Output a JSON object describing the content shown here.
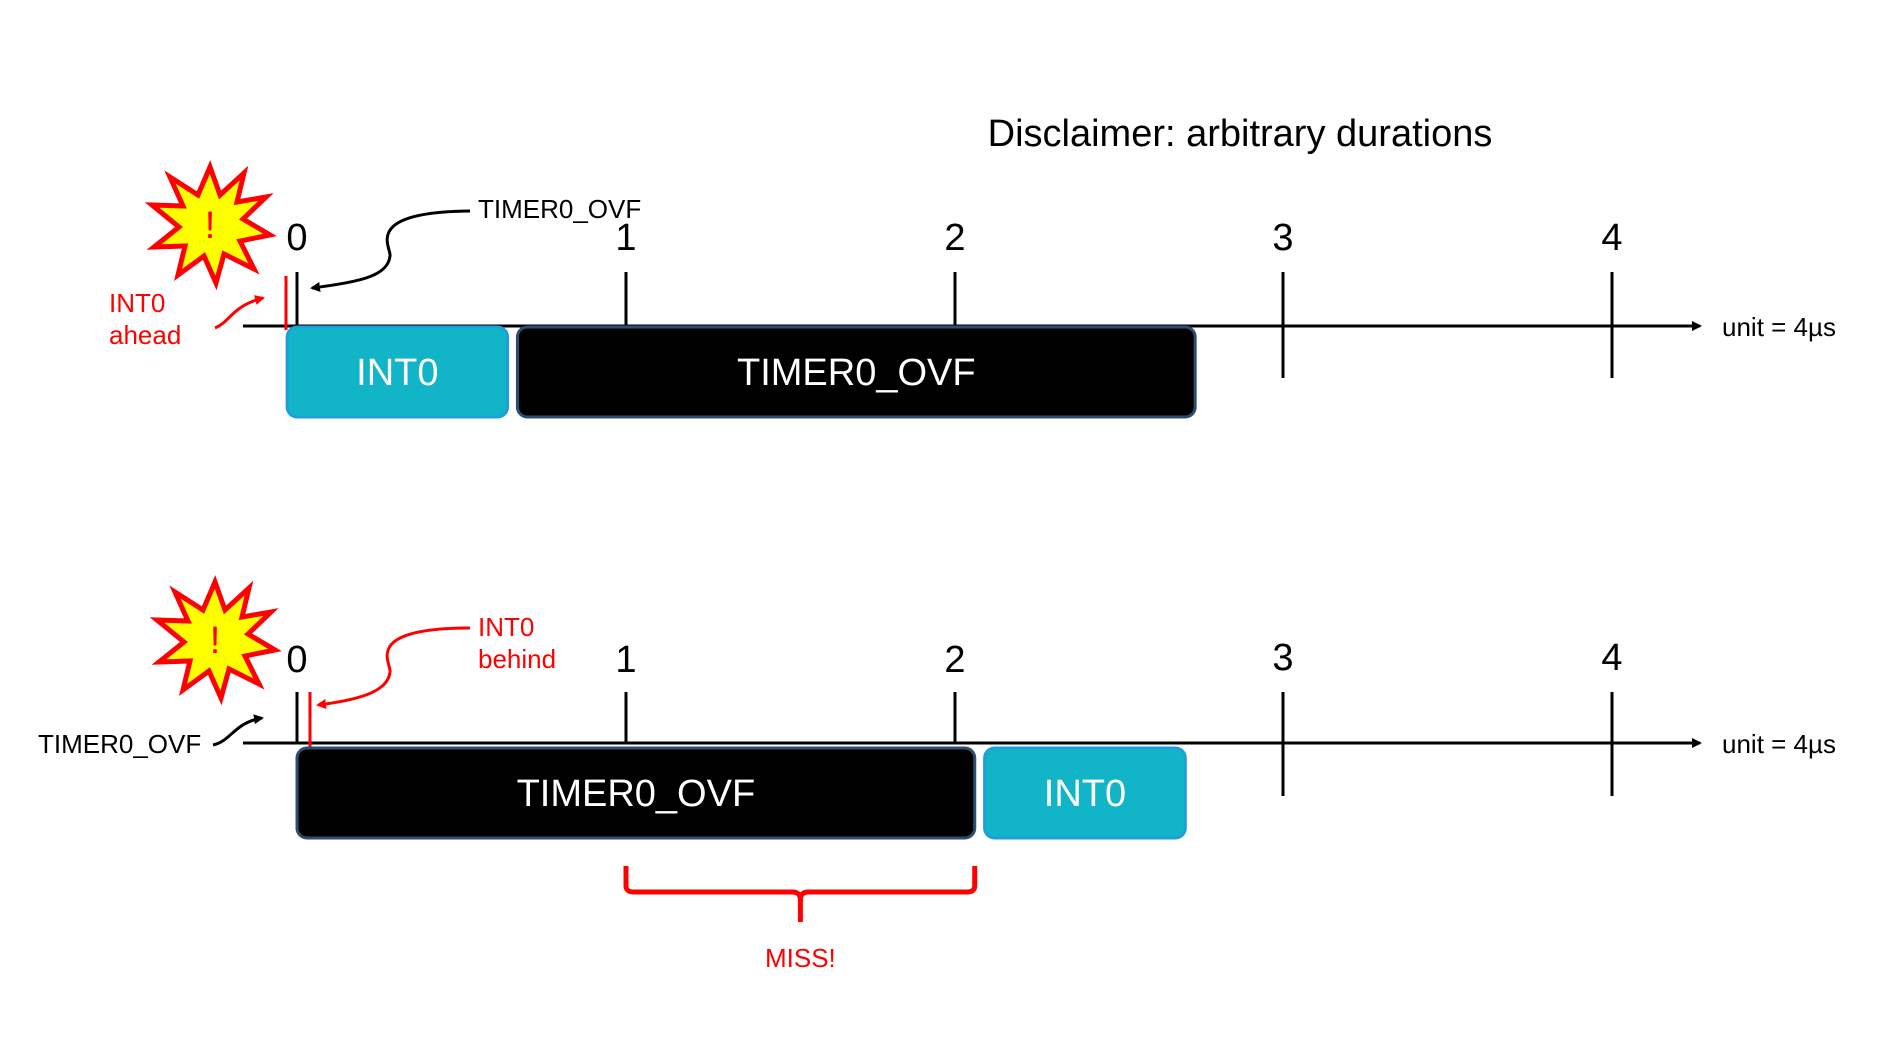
{
  "disclaimer": "Disclaimer: arbitrary durations",
  "colors": {
    "int0_fill": "#12b5c8",
    "int0_stroke": "#1e9fd8",
    "timer_fill": "#000000",
    "timer_stroke": "#2f4d6e",
    "alert_red": "#ff0000",
    "burst_fill": "#ffff00",
    "burst_stroke": "#ff0000"
  },
  "timelines": [
    {
      "id": "ahead",
      "ticks": [
        "0",
        "1",
        "2",
        "3",
        "4"
      ],
      "unit_label": "unit = 4µs",
      "burst_icon": "explosion-icon",
      "burst_mark": "!",
      "callouts": {
        "black": "TIMER0_OVF",
        "red_line1": "INT0",
        "red_line2": "ahead"
      },
      "blocks": [
        {
          "name": "INT0",
          "kind": "int0",
          "start": -0.03,
          "end": 0.64
        },
        {
          "name": "TIMER0_OVF",
          "kind": "timer",
          "start": 0.67,
          "end": 2.73
        }
      ]
    },
    {
      "id": "behind",
      "ticks": [
        "0",
        "1",
        "2",
        "3",
        "4"
      ],
      "unit_label": "unit = 4µs",
      "burst_icon": "explosion-icon",
      "burst_mark": "!",
      "callouts": {
        "black": "TIMER0_OVF",
        "red_line1": "INT0",
        "red_line2": "behind"
      },
      "blocks": [
        {
          "name": "TIMER0_OVF",
          "kind": "timer",
          "start": 0.0,
          "end": 2.06
        },
        {
          "name": "INT0",
          "kind": "int0",
          "start": 2.09,
          "end": 2.7
        }
      ],
      "miss": {
        "label": "MISS!",
        "start": 1.0,
        "end": 2.06
      }
    }
  ]
}
